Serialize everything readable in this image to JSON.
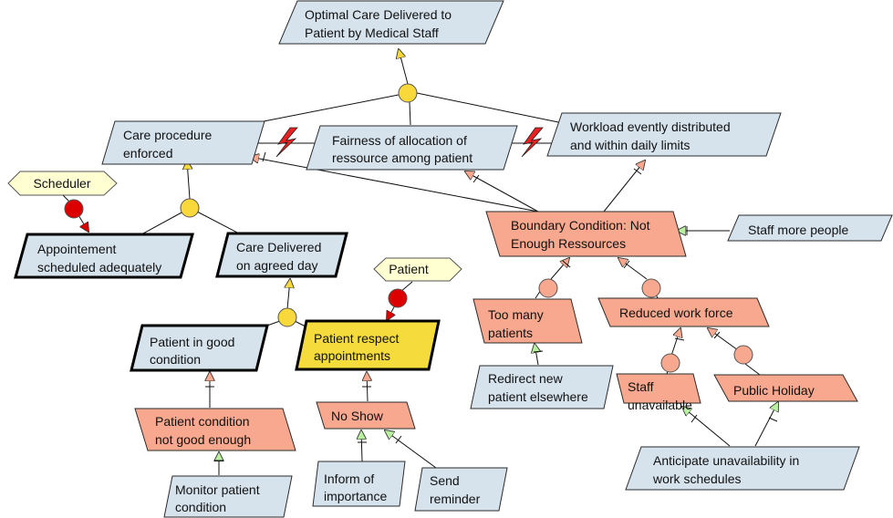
{
  "colors": {
    "goal": "#d6e3ed",
    "obstacle": "#f7a88e",
    "requirement": "#f5dc3c",
    "agent": "#ffffd2",
    "refinement": "#f8d83a",
    "responsibility": "#dd0000",
    "conflict": "#e82020"
  },
  "nodes": {
    "optimal_care": [
      "Optimal Care Delivered to",
      "Patient by Medical Staff"
    ],
    "care_procedure": [
      "Care procedure",
      "enforced"
    ],
    "fairness": [
      "Fairness of allocation of",
      "ressource among patient"
    ],
    "workload": [
      "Workload evently distributed",
      "and within daily limits"
    ],
    "scheduler": "Scheduler",
    "appointment_scheduled": [
      "Appointement",
      "scheduled adequately"
    ],
    "care_delivered": [
      "Care Delivered",
      "on agreed day"
    ],
    "patient_agent": "Patient",
    "boundary_condition": [
      "Boundary Condition: Not",
      "Enough Ressources"
    ],
    "staff_more": "Staff more people",
    "too_many": [
      "Too many",
      "patients"
    ],
    "reduced_workforce": "Reduced work force",
    "redirect": [
      "Redirect new",
      "patient elsewhere"
    ],
    "staff_unavailable": [
      "Staff",
      "unavailable"
    ],
    "public_holiday": "Public Holiday",
    "anticipate": [
      "Anticipate unavailability in",
      "work schedules"
    ],
    "patient_good": [
      "Patient in good",
      "condition"
    ],
    "patient_respect": [
      "Patient respect",
      "appointments"
    ],
    "patient_condition_bad": [
      "Patient condition",
      "not good enough"
    ],
    "no_show": "No Show",
    "monitor": [
      "Monitor patient",
      "condition"
    ],
    "inform": [
      "Inform of",
      "importance"
    ],
    "send_reminder": [
      "Send",
      "reminder"
    ]
  }
}
